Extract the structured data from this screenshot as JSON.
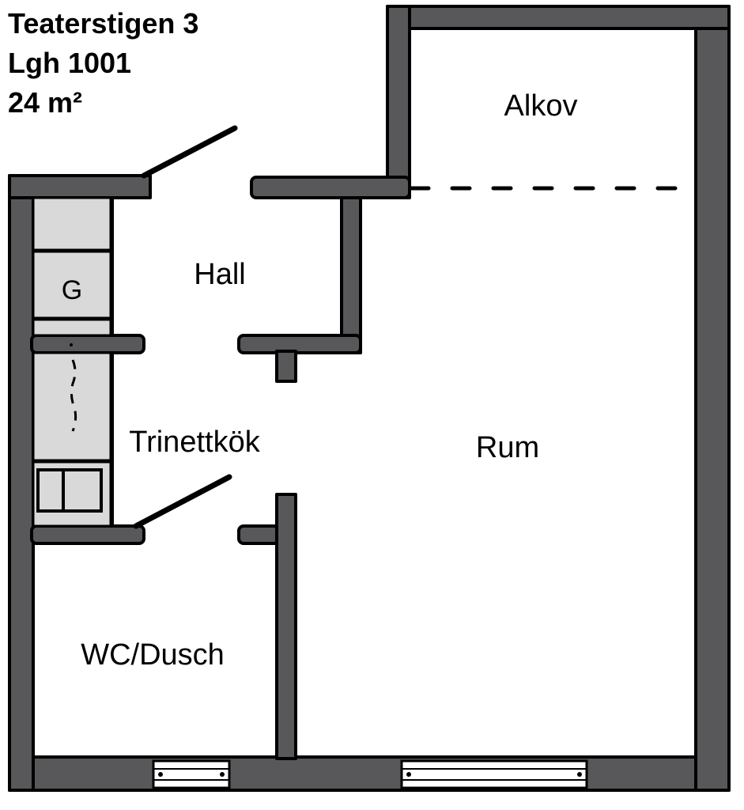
{
  "header": {
    "address": "Teaterstigen 3",
    "apartment": "Lgh 1001",
    "area": "24 m²"
  },
  "rooms": {
    "alkov": "Alkov",
    "hall": "Hall",
    "trinettkok": "Trinettkök",
    "rum": "Rum",
    "wc_dusch": "WC/Dusch"
  },
  "fixtures": {
    "wardrobe_mark": "G"
  },
  "colors": {
    "wall_fill": "#58585a",
    "wall_stroke": "#000000",
    "fixture_fill": "#d9d9d9",
    "background": "#ffffff"
  }
}
